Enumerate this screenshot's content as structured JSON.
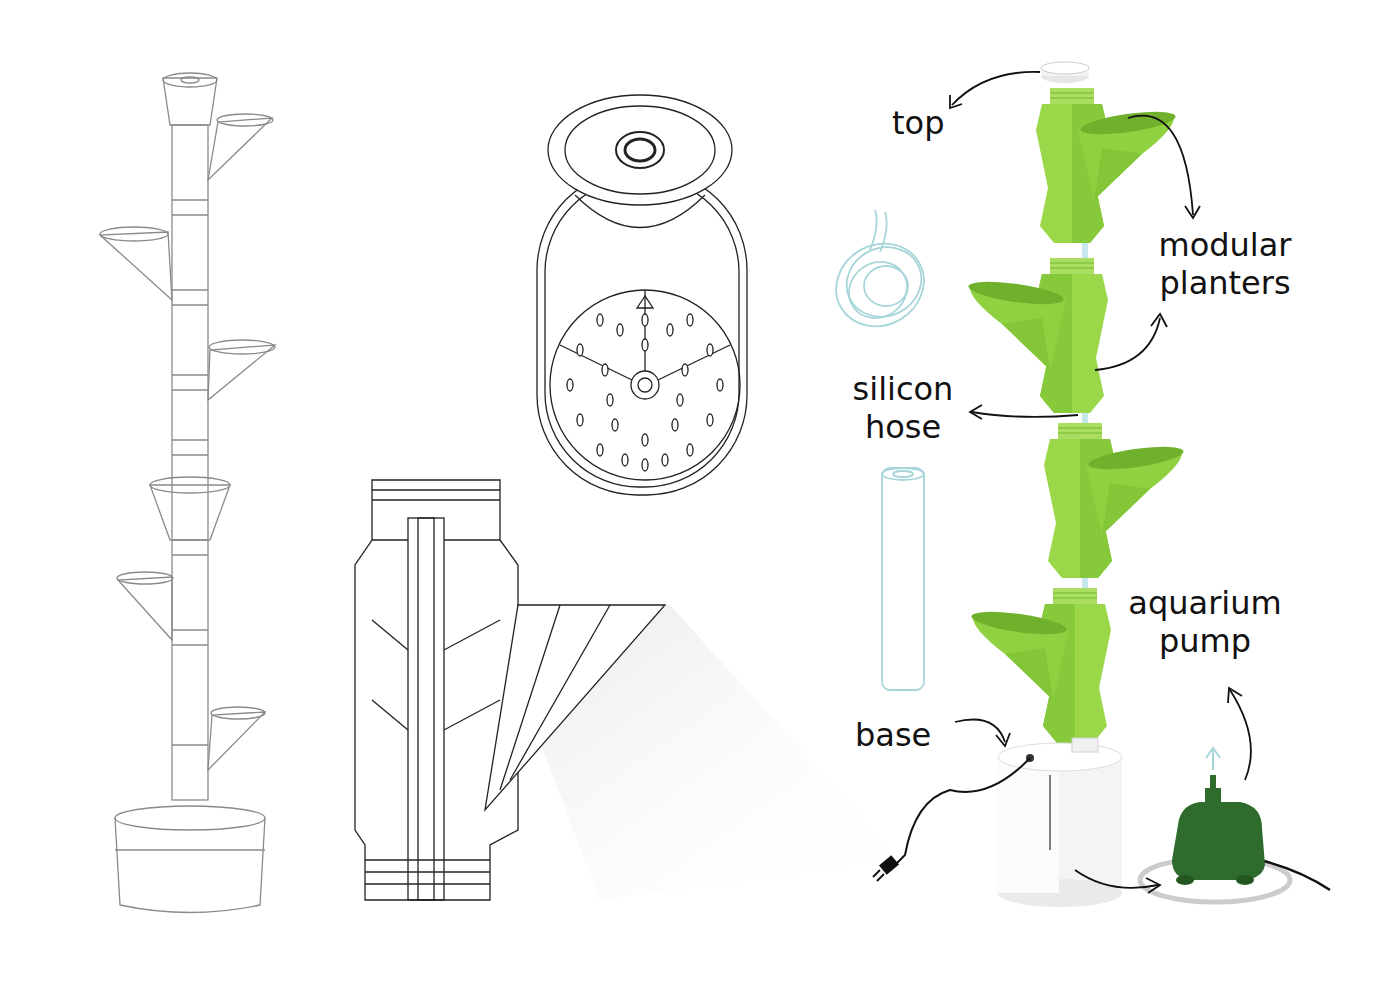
{
  "diagram": {
    "labels": [
      "top",
      "modular planters",
      "silicon hose",
      "base",
      "aquarium pump"
    ]
  }
}
